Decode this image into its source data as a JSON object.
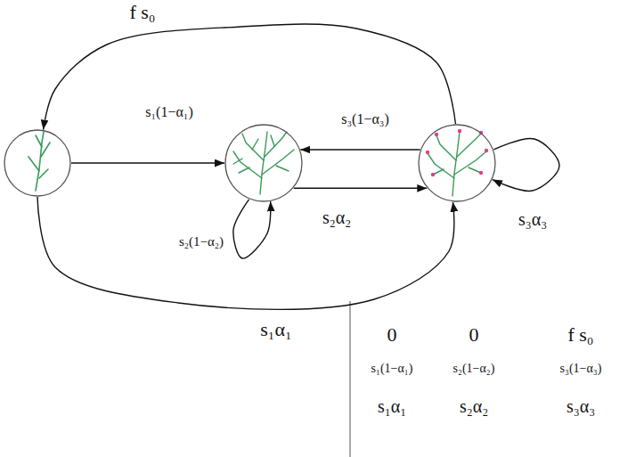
{
  "diagram": {
    "nodes": [
      {
        "text": []
      },
      {
        "text": []
      },
      {
        "text": []
      }
    ],
    "edges": [
      {
        "from": 2,
        "to": 0,
        "arrow": "to",
        "label": "f s₀"
      },
      {
        "from": 0,
        "to": 1,
        "arrow": "to",
        "label": "s₁(1−α₁)"
      },
      {
        "from": 2,
        "to": 1,
        "arrow": "to",
        "label": "s₃(1−α₃)"
      },
      {
        "from": 1,
        "to": 2,
        "arrow": "to",
        "label": "s₂α₂"
      },
      {
        "from": 2,
        "to": 2,
        "arrow": "to",
        "label": "s₃α₃"
      },
      {
        "from": 1,
        "to": 1,
        "arrow": "to",
        "label": "s₂(1−α₂)"
      },
      {
        "from": 0,
        "to": 2,
        "arrow": "to",
        "label": "s₁α₁"
      }
    ],
    "labels": [
      "0",
      "0",
      "f s₀",
      "s₁(1−α₁)",
      "s₂(1−α₂)",
      "s₃(1−α₃)",
      "s₁α₁",
      "s₂α₂",
      "s₃α₃"
    ]
  }
}
